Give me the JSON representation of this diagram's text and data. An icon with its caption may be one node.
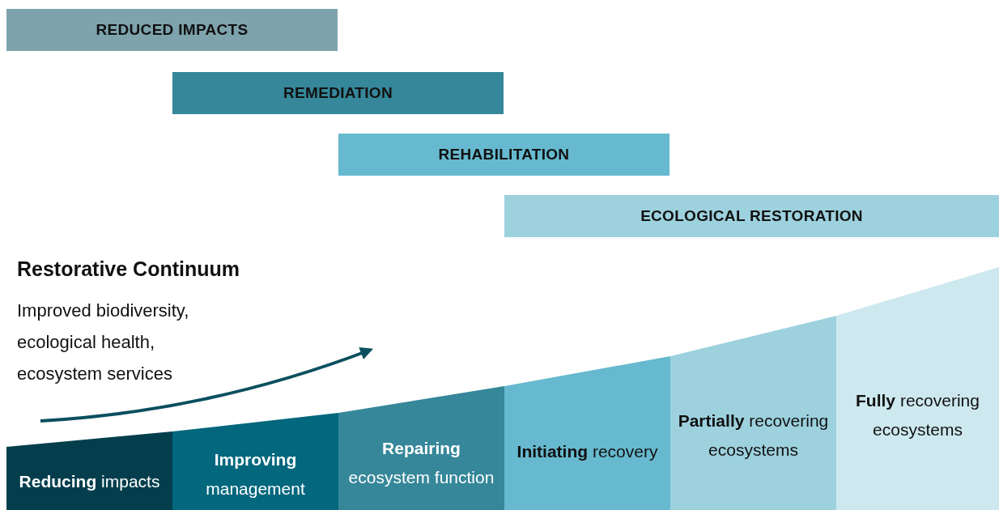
{
  "diagram": {
    "nodes": [
      {
        "text": [
          "REDUCED IMPACTS"
        ]
      },
      {
        "text": [
          "REMEDIATION"
        ]
      },
      {
        "text": [
          "REHABILITATION"
        ]
      },
      {
        "text": [
          "ECOLOGICAL RESTORATION"
        ]
      },
      {
        "text": [
          "**Reducing** impacts"
        ]
      },
      {
        "text": [
          "**Improving** management"
        ]
      },
      {
        "text": [
          "**Repairing** ecosystem function"
        ]
      },
      {
        "text": [
          "**Initiating** recovery"
        ]
      },
      {
        "text": [
          "**Partially** recovering ecosystems"
        ]
      },
      {
        "text": [
          "**Fully** recovering ecosystems"
        ]
      }
    ],
    "labels": [
      "Restorative Continuum",
      "Improved biodiversity, ecological health, ecosystem services"
    ]
  }
}
